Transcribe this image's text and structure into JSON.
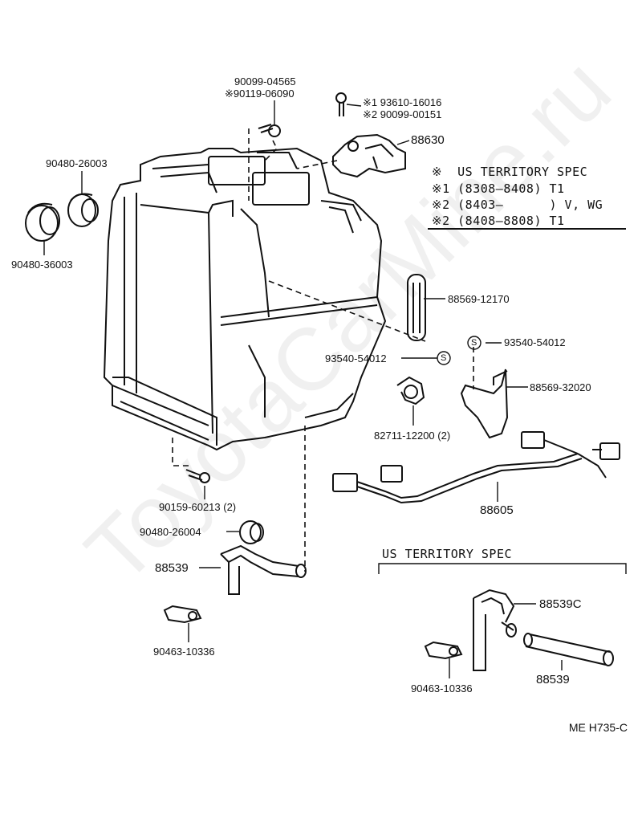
{
  "labels": {
    "p90099_04565": "90099-04565",
    "p90119_06090": "※90119-06090",
    "p93610_16016": "※1 93610-16016",
    "p90099_00151": "※2 90099-00151",
    "p88630": "88630",
    "p90480_26003": "90480-26003",
    "p90480_36003": "90480-36003",
    "p88569_12170": "88569-12170",
    "p93540_54012_a": "93540-54012",
    "p93540_54012_b": "93540-54012",
    "p88569_32020": "88569-32020",
    "p82711_12200": "82711-12200 (2)",
    "p88605": "88605",
    "p90159_60213": "90159-60213 (2)",
    "p90480_26004": "90480-26004",
    "p88539": "88539",
    "p90463_10336": "90463-10336",
    "p88539C": "88539C",
    "p88539_us": "88539",
    "p90463_10336_us": "90463-10336",
    "s_symbol": "S"
  },
  "spec_block": {
    "line1": "※  US TERRITORY SPEC",
    "line2": "※1 (8308—8408) T1",
    "line3": "※2 (8403—      ) V, WG",
    "line4": "※2 (8408—8808) T1"
  },
  "us_spec_heading": "US TERRITORY SPEC",
  "reference": "ME  H735-C",
  "watermark": "ToyotaCarMine.ru"
}
